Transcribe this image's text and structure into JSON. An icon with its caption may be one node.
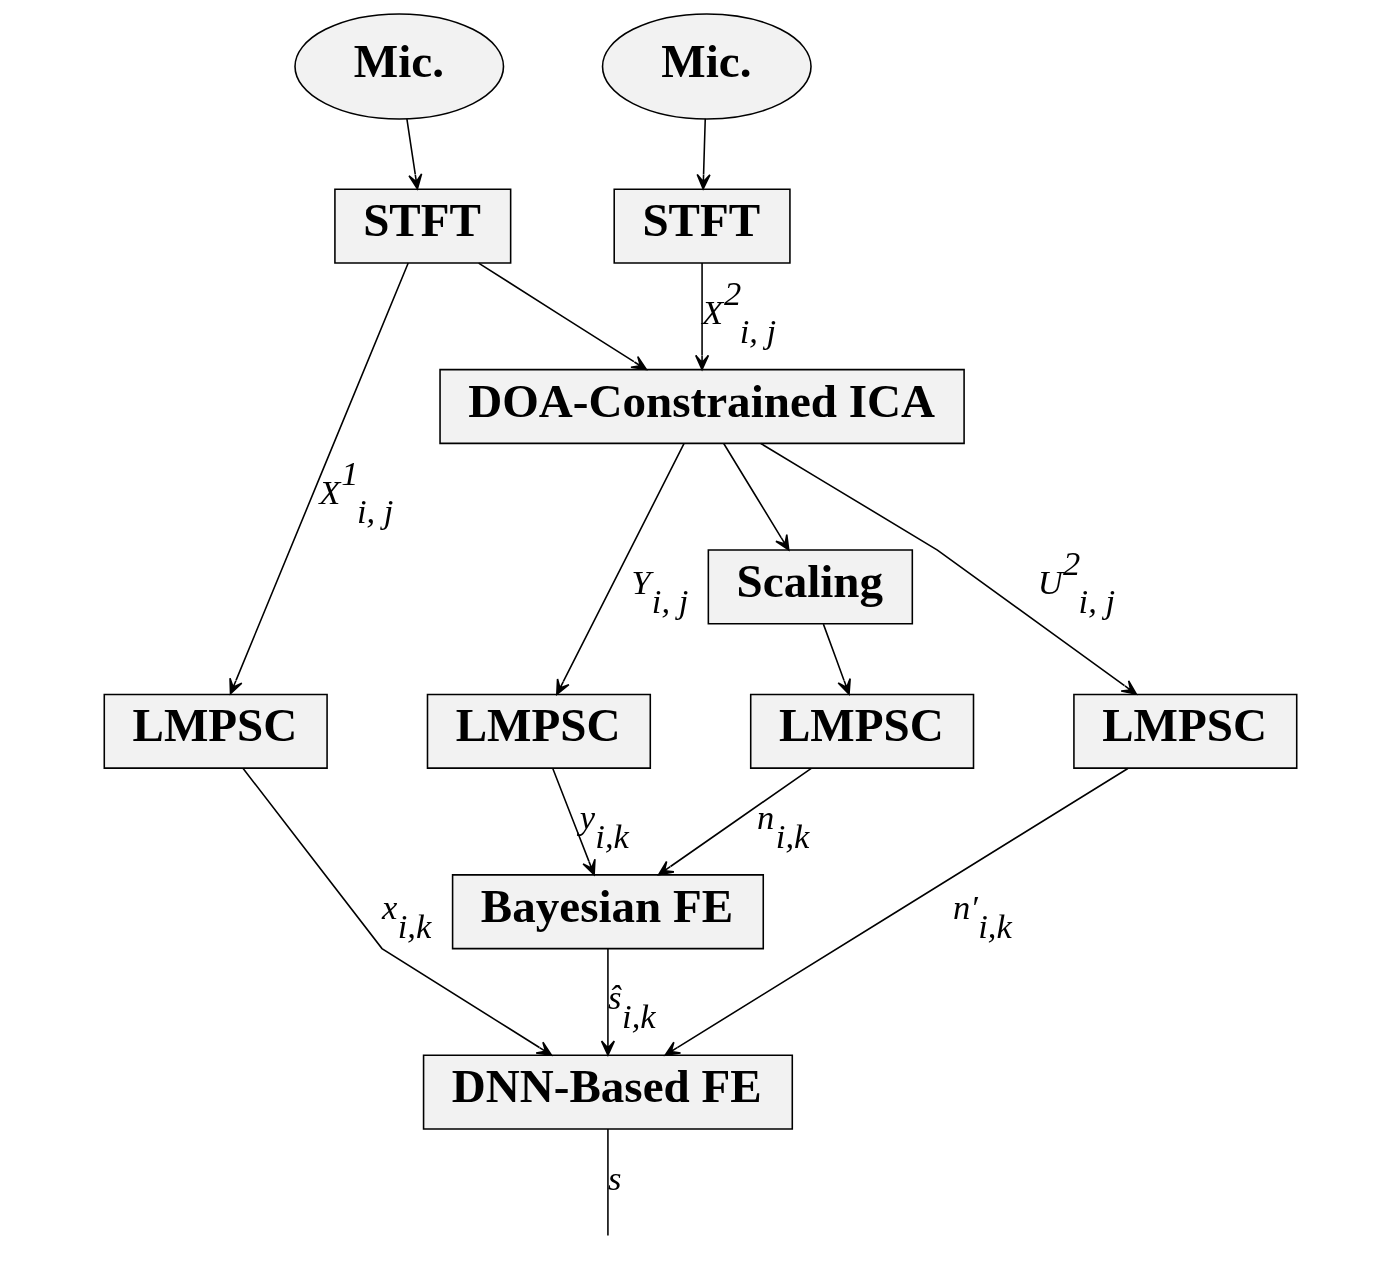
{
  "diagram": {
    "nodes": [
      {
        "text": [
          "Mic."
        ]
      },
      {
        "text": [
          "Mic."
        ]
      },
      {
        "text": [
          "STFT"
        ]
      },
      {
        "text": [
          "STFT"
        ]
      },
      {
        "text": [
          "DOA-Constrained ICA"
        ]
      },
      {
        "text": [
          "Scaling"
        ]
      },
      {
        "text": [
          "LMPSC"
        ]
      },
      {
        "text": [
          "LMPSC"
        ]
      },
      {
        "text": [
          "LMPSC"
        ]
      },
      {
        "text": [
          "LMPSC"
        ]
      },
      {
        "text": [
          "Bayesian FE"
        ]
      },
      {
        "text": [
          "DNN-Based FE"
        ]
      }
    ],
    "edges": [
      {
        "from": 0,
        "to": 2,
        "arrow": "to"
      },
      {
        "from": 1,
        "to": 3,
        "arrow": "to"
      },
      {
        "from": 2,
        "to": 6,
        "arrow": "to",
        "label": "*X*$^{1}$$_{i, j}$"
      },
      {
        "from": 2,
        "to": 4,
        "arrow": "to"
      },
      {
        "from": 3,
        "to": 4,
        "arrow": "to",
        "label": "*X*$^{2}$$_{i, j}$"
      },
      {
        "from": 4,
        "to": 7,
        "arrow": "to",
        "label": "*Y*$_{i, j}$"
      },
      {
        "from": 4,
        "to": 5,
        "arrow": "to"
      },
      {
        "from": 4,
        "to": 9,
        "arrow": "to",
        "label": "*U*$^{2}$$_{i, j}$"
      },
      {
        "from": 5,
        "to": 8,
        "arrow": "to"
      },
      {
        "from": 7,
        "to": 10,
        "arrow": "to",
        "label": "*y*$_{i,k}$"
      },
      {
        "from": 8,
        "to": 10,
        "arrow": "to",
        "label": "*n*$_{i,k}$"
      },
      {
        "from": 6,
        "to": 11,
        "arrow": "to",
        "label": "*x*$_{i,k}$"
      },
      {
        "from": 10,
        "to": 11,
        "arrow": "to",
        "label": "*ŝ*$_{i,k}$"
      },
      {
        "from": 9,
        "to": 11,
        "arrow": "to",
        "label": "*n′*$_{i,k}$"
      },
      {
        "from": 11,
        "to": null,
        "arrow": "none",
        "label": "*s*"
      }
    ]
  }
}
